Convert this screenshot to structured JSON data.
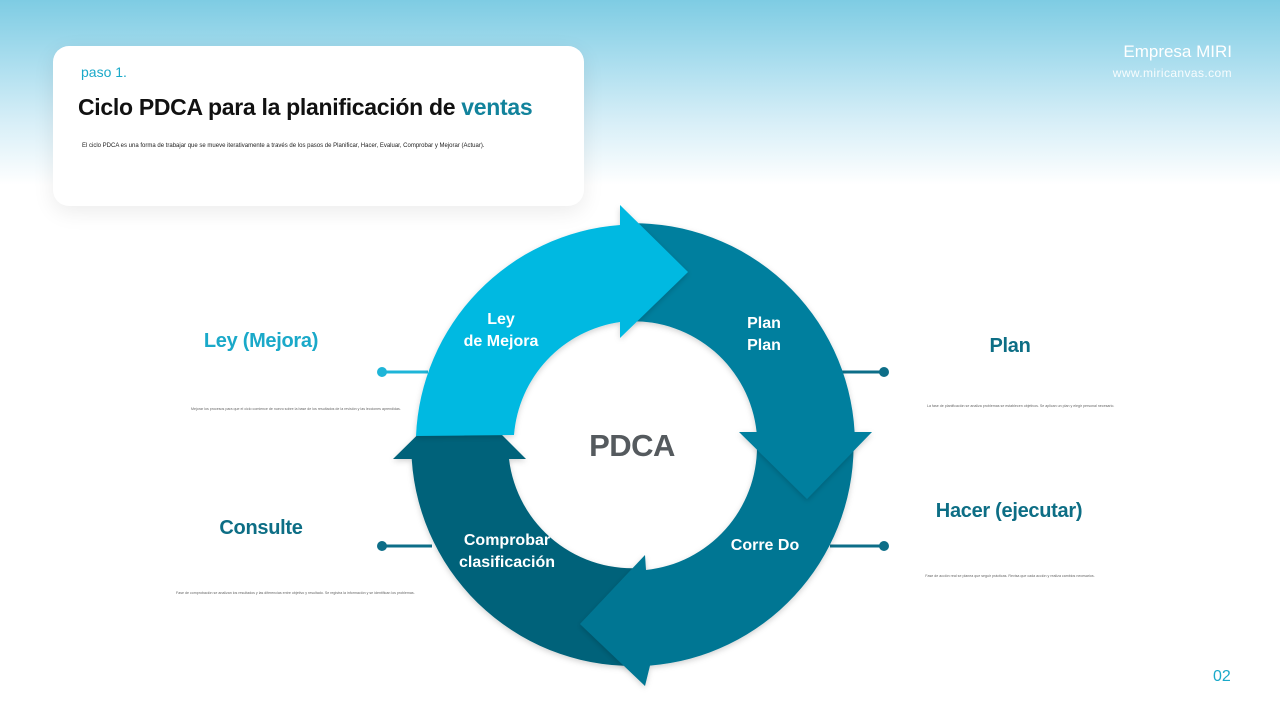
{
  "header": {
    "step": "paso 1.",
    "title_main": "Ciclo PDCA para la planificación de ",
    "title_highlight": "ventas",
    "description": "El ciclo PDCA es una forma de trabajar que se mueve iterativamente a través de los pasos de Planificar, Hacer, Evaluar, Comprobar y Mejorar (Actuar)."
  },
  "brand": {
    "name": "Empresa MIRI",
    "url": "www.miricanvas.com"
  },
  "page_number": "02",
  "diagram": {
    "center": "PDCA",
    "segments": {
      "act": {
        "line1": "Ley",
        "line2": "de Mejora"
      },
      "plan": {
        "line1": "Plan",
        "line2": "Plan"
      },
      "do": {
        "line1": "Corre Do"
      },
      "check": {
        "line1": "Comprobar",
        "line2": "clasificación"
      }
    },
    "side_labels": {
      "act": {
        "title": "Ley (Mejora)",
        "text": "Mejorar los procesos para que el ciclo comience de nuevo sobre la base de los resultados de la revisión y las lecciones aprendidas."
      },
      "plan": {
        "title": "Plan",
        "text": "La fase de planificación se analiza problemas se establecen objetivos. Se aplican un plan y elegir personal necesario."
      },
      "check": {
        "title": "Consulte",
        "text": "Fase de comprobación se analizan los resultados y las diferencias entre objetivo y resultado. Se registra la información y se identifican los problemas."
      },
      "do": {
        "title": "Hacer (ejecutar)",
        "text": "Fase de acción real se planea que seguir prácticas. Revisa que cada acción y realiza cambios necesarios."
      }
    },
    "colors": {
      "act": "#00b9e1",
      "plan": "#037f9e",
      "do": "#047693",
      "check": "#02627a",
      "connector_light": "#1eb5d8",
      "connector_dark": "#0d6e88",
      "label_light": "#1aa9c9",
      "label_dark": "#0d6e85"
    }
  }
}
